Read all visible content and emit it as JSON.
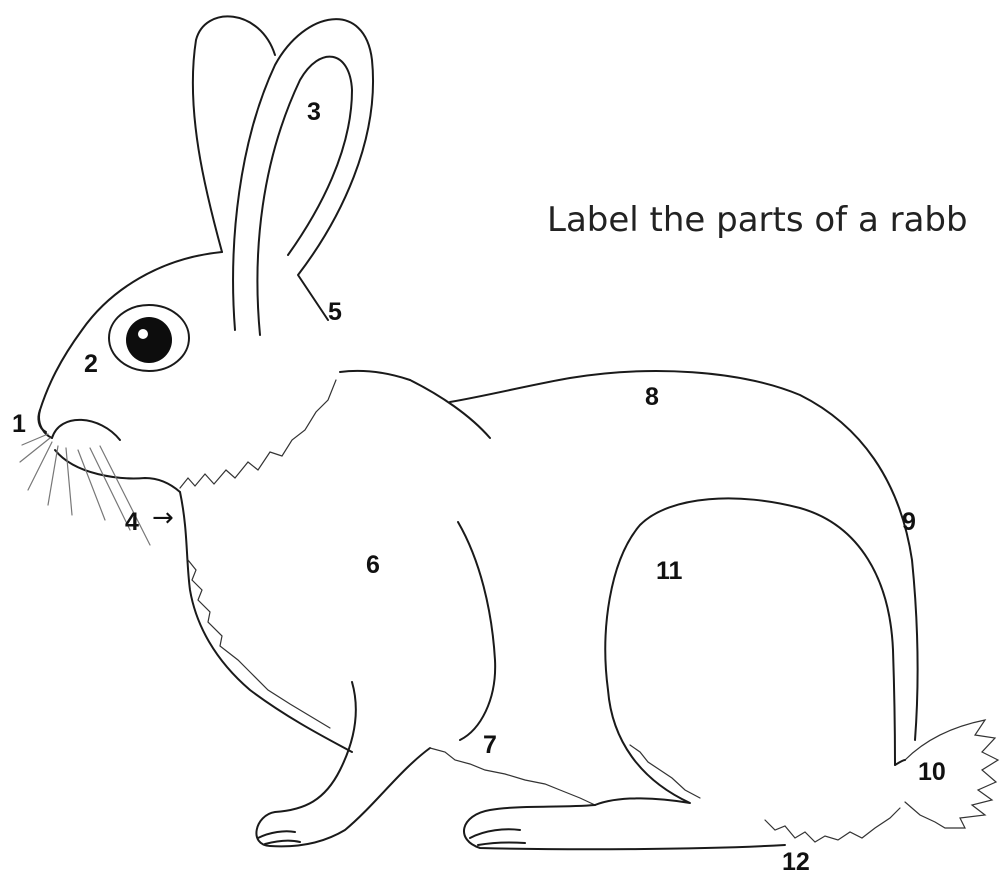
{
  "title": "Label the parts of a rabb",
  "labels": [
    {
      "id": "1",
      "text": "1"
    },
    {
      "id": "2",
      "text": "2"
    },
    {
      "id": "3",
      "text": "3"
    },
    {
      "id": "4",
      "text": "4"
    },
    {
      "id": "5",
      "text": "5"
    },
    {
      "id": "6",
      "text": "6"
    },
    {
      "id": "7",
      "text": "7"
    },
    {
      "id": "8",
      "text": "8"
    },
    {
      "id": "9",
      "text": "9"
    },
    {
      "id": "10",
      "text": "10"
    },
    {
      "id": "11",
      "text": "11"
    },
    {
      "id": "12",
      "text": "12"
    }
  ],
  "arrow": "→",
  "colors": {
    "line": "#1a1a1a",
    "background": "#ffffff",
    "text": "#111111"
  }
}
